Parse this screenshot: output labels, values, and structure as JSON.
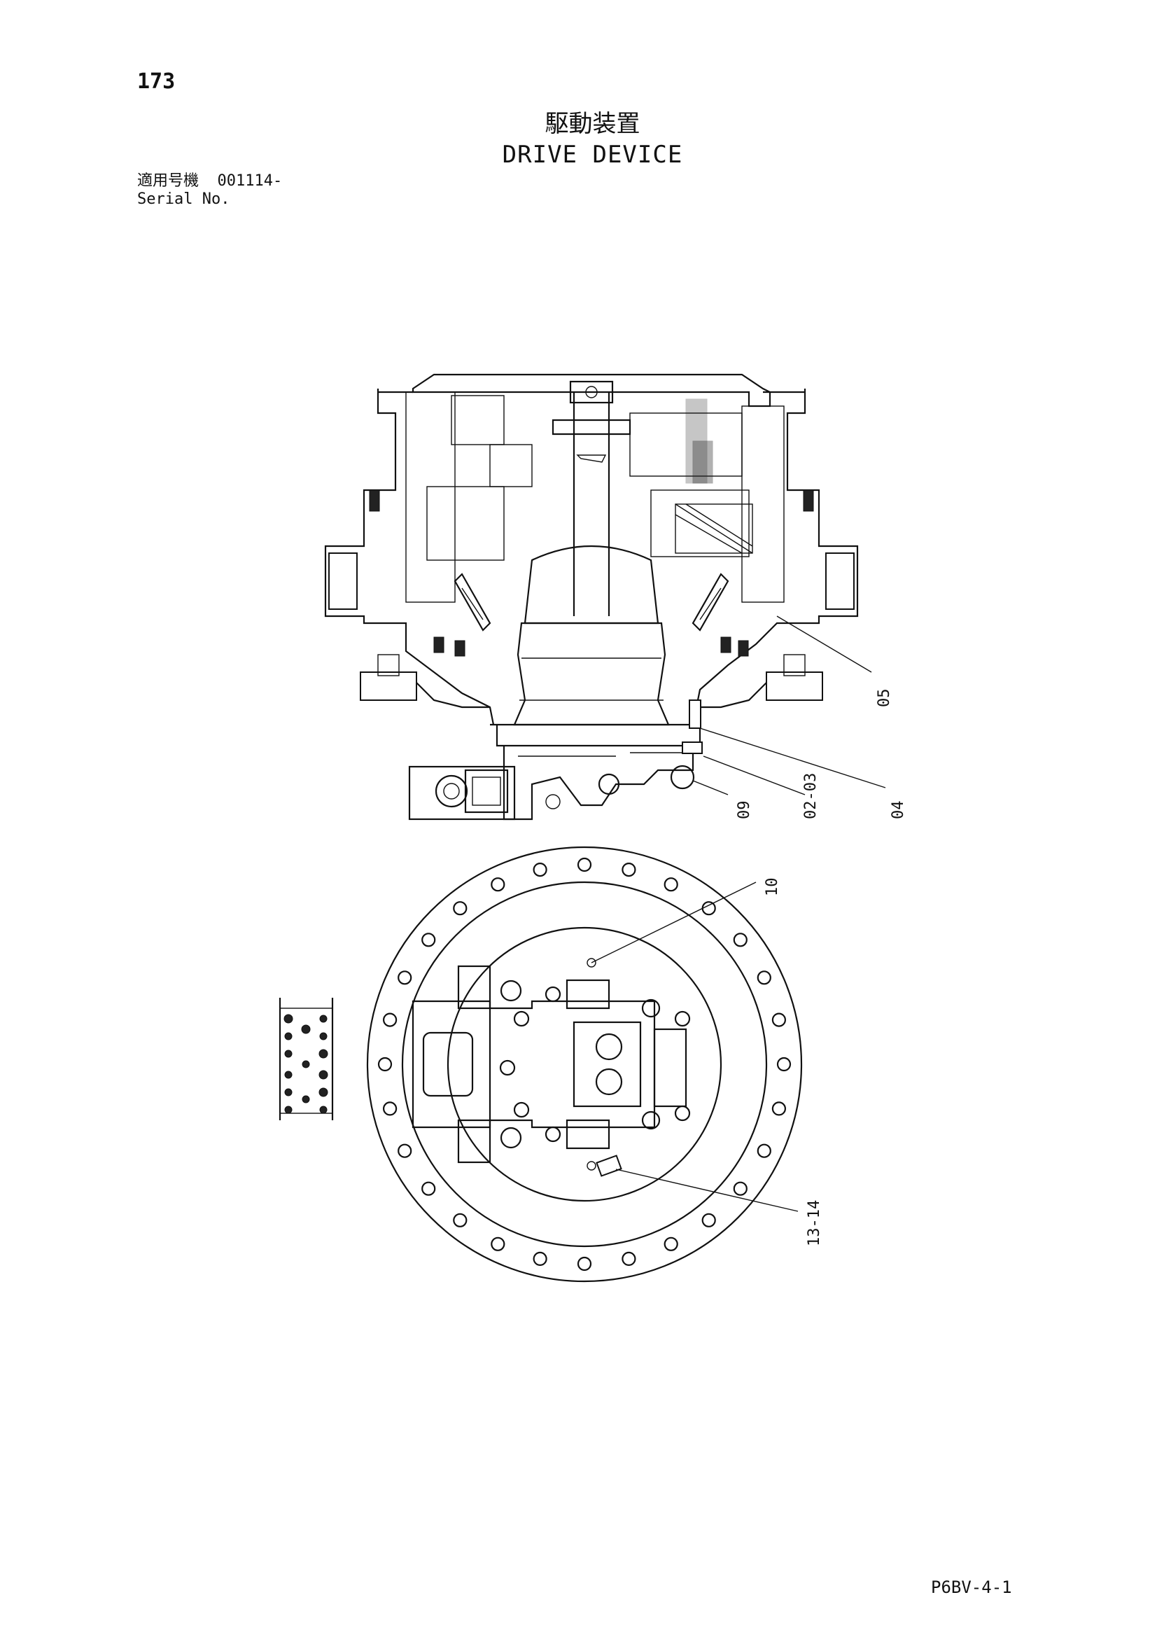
{
  "page": {
    "number": "173",
    "title_jp": "駆動装置",
    "title_en": "DRIVE DEVICE",
    "serial_label_jp": "適用号機",
    "serial_value": "001114-",
    "serial_label_en": "Serial No.",
    "footer_code": "P6BV-4-1"
  },
  "callouts": {
    "c05": "05",
    "c09": "09",
    "c02_03": "02-03",
    "c04": "04",
    "c10": "10",
    "c13_14": "13-14"
  }
}
